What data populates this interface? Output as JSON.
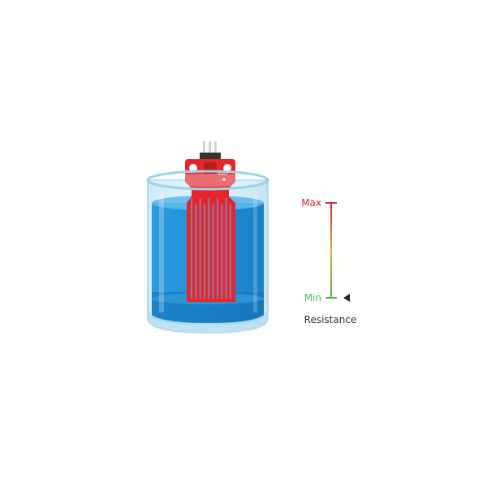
{
  "sensor": {
    "board_label": "Power",
    "board_color": "#e8262a",
    "pin_color": "#cfd3d6",
    "trace_color": "#7d7fb0"
  },
  "water": {
    "color": "#1e8fd6",
    "glass_color": "#aedcf0"
  },
  "scale": {
    "max_label": "Max",
    "min_label": "Min",
    "caption": "Resistance",
    "max_color": "#d7262e",
    "min_color": "#4fb848",
    "indicator_level": 0,
    "indicator_icon": "pointer-triangle-icon"
  }
}
